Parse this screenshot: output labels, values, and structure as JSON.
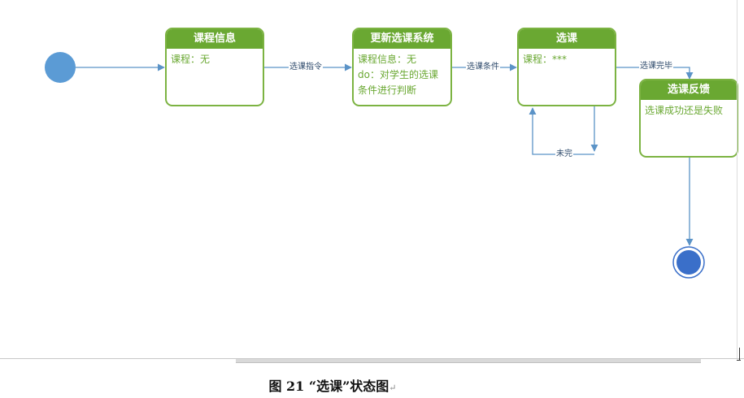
{
  "diagram": {
    "states": [
      {
        "id": "course-info",
        "title": "课程信息",
        "lines": [
          "课程：无"
        ]
      },
      {
        "id": "update-system",
        "title": "更新选课系统",
        "lines": [
          "课程信息：无",
          "do：对学生的选课",
          "条件进行判断"
        ]
      },
      {
        "id": "select-course",
        "title": "选课",
        "lines": [
          "课程：***"
        ]
      },
      {
        "id": "feedback",
        "title": "选课反馈",
        "lines": [
          "选课成功还是失败"
        ]
      }
    ],
    "transitions": [
      {
        "id": "t-command",
        "label": "选课指令"
      },
      {
        "id": "t-condition",
        "label": "选课条件"
      },
      {
        "id": "t-complete",
        "label": "选课完毕"
      },
      {
        "id": "t-unfinished",
        "label": "未完"
      }
    ],
    "colors": {
      "start_node": "#5b9bd5",
      "end_node": "#3a6fc9",
      "header": "#6aa832",
      "border": "#7cb342",
      "arrow": "#5b93c7"
    }
  },
  "caption": {
    "text": "图  21   “选课”状态图",
    "return_mark": "↵"
  }
}
